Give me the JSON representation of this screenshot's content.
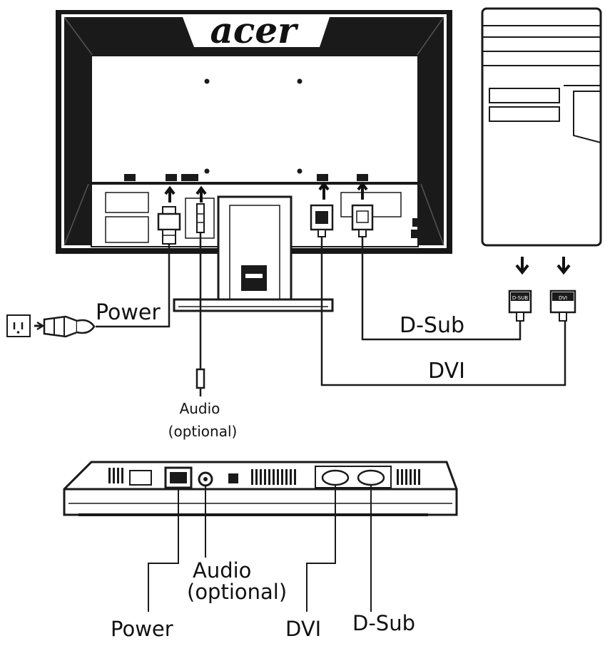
{
  "brand": {
    "logo": "acer"
  },
  "connection_view": {
    "power_label": "Power",
    "dsub_label": "D-Sub",
    "dvi_label": "DVI",
    "audio_label_line1": "Audio",
    "audio_label_line2": "(optional)",
    "pc_dsub_port_text": "D-SUB",
    "pc_dvi_port_text": "DVI"
  },
  "bottom_view": {
    "audio_label_line1": "Audio",
    "audio_label_line2": "(optional)",
    "power_label": "Power",
    "dvi_label": "DVI",
    "dsub_label": "D-Sub"
  },
  "icons": [
    "wall-outlet-icon",
    "power-plug-icon",
    "down-arrow-icon",
    "up-arrow-icon"
  ]
}
